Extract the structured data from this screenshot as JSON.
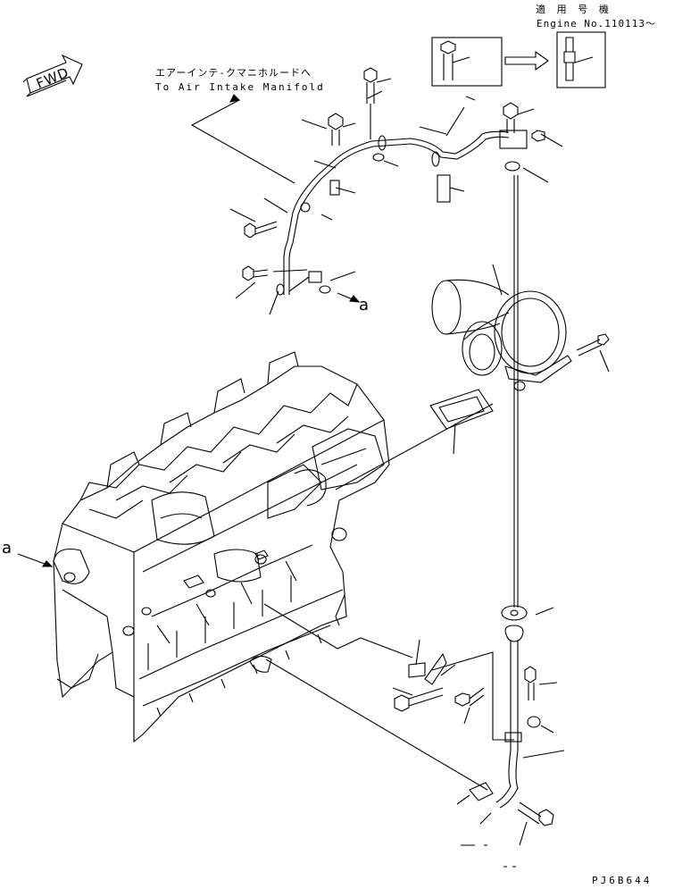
{
  "header": {
    "applicable_label": "適 用 号 機",
    "engine_no": "Engine No.110113～"
  },
  "notes": {
    "to_manifold_jp": "エアーインテ-クマニホルードへ",
    "to_manifold_en": "To Air Intake Manifold"
  },
  "direction": {
    "label": "FWD",
    "icon": "forward-arrow-icon"
  },
  "references": {
    "top": "a",
    "left": "a"
  },
  "footer": {
    "drawing_id": "PJ6B644"
  }
}
